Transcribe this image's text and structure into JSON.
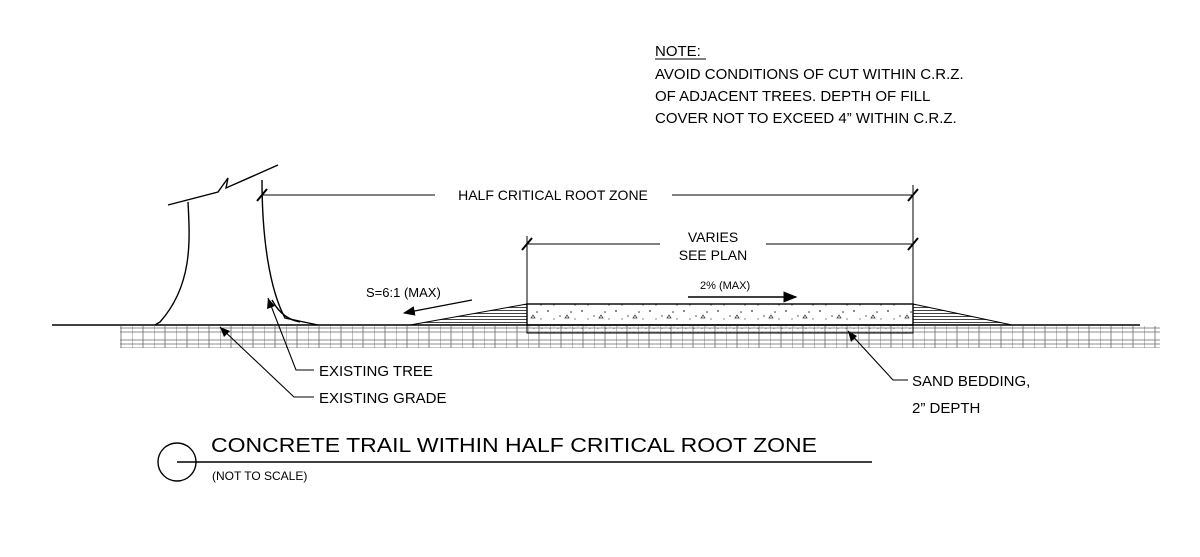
{
  "note": {
    "heading": "NOTE:",
    "lines": [
      "AVOID CONDITIONS OF CUT WITHIN C.R.Z.",
      "OF ADJACENT TREES. DEPTH OF FILL",
      "COVER NOT TO EXCEED 4” WITHIN C.R.Z."
    ]
  },
  "dimensions": {
    "half_crz": "HALF CRITICAL ROOT ZONE",
    "varies_line1": "VARIES",
    "varies_line2": "SEE PLAN"
  },
  "slope_label": "S=6:1 (MAX)",
  "cross_slope_label": "2% (MAX)",
  "callouts": {
    "existing_tree": "EXISTING TREE",
    "existing_grade": "EXISTING GRADE",
    "sand_bedding_line1": "SAND BEDDING,",
    "sand_bedding_line2": "2” DEPTH"
  },
  "title": {
    "main": "CONCRETE TRAIL WITHIN HALF CRITICAL ROOT ZONE",
    "scale": "(NOT TO SCALE)"
  },
  "colors": {
    "ink": "#000000",
    "background": "#ffffff",
    "hatch": "#555555"
  }
}
